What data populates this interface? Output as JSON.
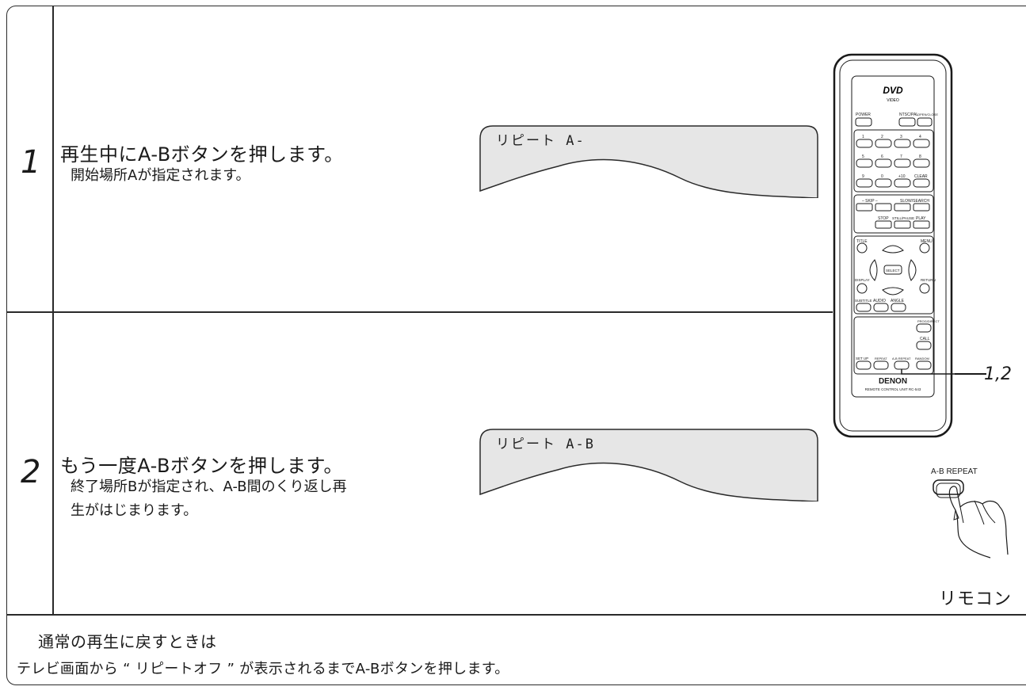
{
  "steps": [
    {
      "number": "1",
      "heading": "再生中にA-Bボタンを押します。",
      "description": "開始場所Aが指定されます。",
      "display_text": "リピート A-"
    },
    {
      "number": "2",
      "heading": "もう一度A-Bボタンを押します。",
      "description_line1": "終了場所Bが指定され、A-B間のくり返し再",
      "description_line2": "生がはじまります。",
      "display_text": "リピート A-B"
    }
  ],
  "remote": {
    "logo": "DVD",
    "logo_sub": "VIDEO",
    "power": "POWER",
    "ntsc_pal": "NTSC/PAL",
    "open_close": "OPEN/CLOSE",
    "digits": [
      "1",
      "2",
      "3",
      "4",
      "5",
      "6",
      "7",
      "8",
      "9",
      "0",
      "+10",
      "CLEAR"
    ],
    "skip": "– SKIP –",
    "slow_search": "SLOW/SEARCH",
    "stop": "STOP",
    "still_pause": "STILL/PAUSE",
    "play": "PLAY",
    "title": "TITLE",
    "menu": "MENU",
    "select": "SELECT",
    "display": "DISPLAY",
    "return": "RETURN",
    "subtitle": "SUBTITLE",
    "audio": "AUDIO",
    "angle": "ANGLE",
    "prog_direct": "PROG/DIRECT",
    "call": "CALL",
    "set_up": "SET UP",
    "repeat": "REPEAT",
    "ab_repeat": "A-B REPEAT",
    "random": "RANDOM",
    "brand": "DENON",
    "model": "REMOTE CONTROL UNIT RC-543",
    "callout": "1,2"
  },
  "closeup": {
    "button_label": "A-B REPEAT",
    "caption": "リモコン"
  },
  "footer": {
    "title": "通常の再生に戻すときは",
    "description": "テレビ画面から “ リピートオフ ” が表示されるまでA-Bボタンを押します。"
  }
}
